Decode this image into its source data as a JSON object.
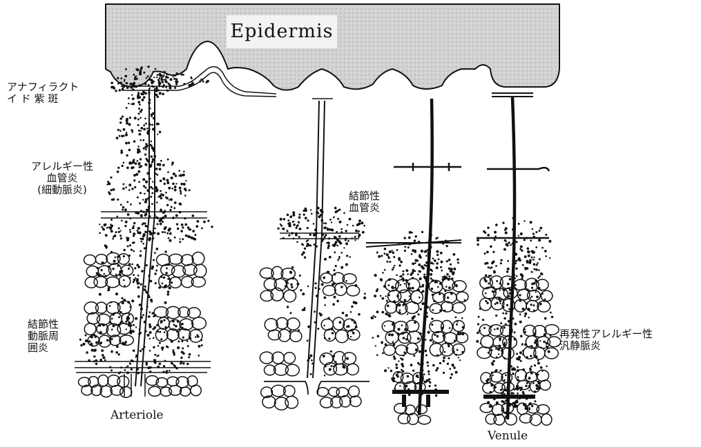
{
  "labels": {
    "epidermis": "Epidermis",
    "anaphylactoid_purpura": [
      "アナフィラクト",
      "イ ド 紫 斑"
    ],
    "allergic_vasculitis": [
      "アレルギー性",
      "血管炎",
      "(細動脈炎)"
    ],
    "nodular_vasculitis": [
      "結節性",
      "血管炎"
    ],
    "periarteritis_nodosa": [
      "結節性",
      "動脈周",
      "囲炎"
    ],
    "recurrent_allergic_venulitis": [
      "再発性アレルギー性",
      "汎静脈炎"
    ],
    "arteriole": "Arteriole",
    "venule": "Venule"
  },
  "colors": {
    "epidermis_fill": "#d4d4d4",
    "ink": "#111111",
    "background": "#ffffff"
  }
}
